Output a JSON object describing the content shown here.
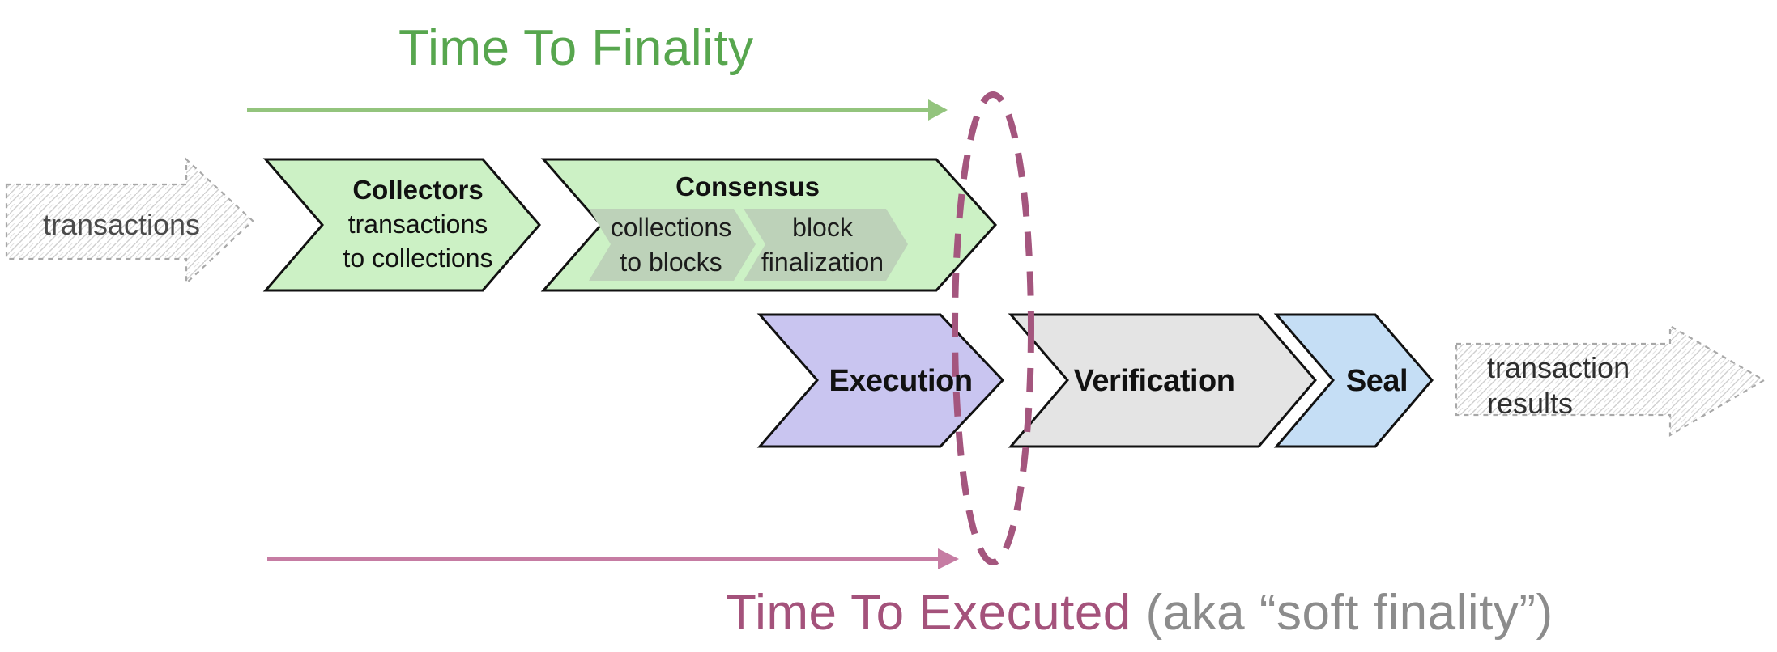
{
  "titles": {
    "time_to_finality": "Time To Finality",
    "time_to_executed": "Time To Executed",
    "time_to_executed_suffix": " (aka “soft finality”)"
  },
  "input_arrow": {
    "label": "transactions"
  },
  "output_arrow": {
    "line1": "transaction",
    "line2": "results"
  },
  "stages": {
    "collectors": {
      "title": "Collectors",
      "subtitle1": "transactions",
      "subtitle2": "to collections"
    },
    "consensus": {
      "title": "Consensus",
      "sub_stages": [
        {
          "line1": "collections",
          "line2": "to blocks"
        },
        {
          "line1": "block",
          "line2": "finalization"
        }
      ]
    },
    "execution": {
      "title": "Execution"
    },
    "verification": {
      "title": "Verification"
    },
    "seal": {
      "title": "Seal"
    }
  },
  "colors": {
    "green_fill": "#ccf1c5",
    "green_sub_fill": "#bdd2b9",
    "lavender_fill": "#c9c5f0",
    "gray_fill": "#e4e4e4",
    "blue_fill": "#c5def5",
    "outline": "#111111",
    "green_title": "#57a64e",
    "green_arrow": "#93c47d",
    "pink_arrow": "#c67ca3",
    "maroon_ellipse": "#a4567e",
    "maroon_text": "#a4527b",
    "gray_text": "#8c8c8c",
    "hatch_line": "#cfcfcf",
    "sketch_border": "#a8a8a8"
  }
}
